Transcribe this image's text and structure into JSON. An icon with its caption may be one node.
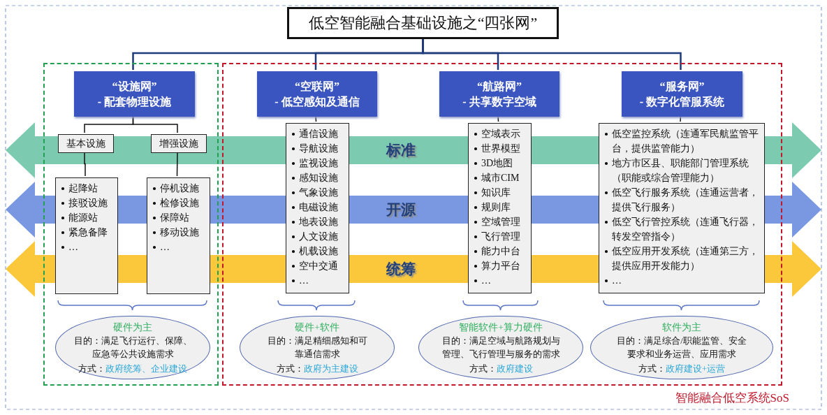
{
  "diagram": {
    "nodes": [
      {
        "text": [
          "低空智能融合基础设施之“四张网”"
        ]
      },
      {
        "text": [],
        "shape": "box"
      },
      {
        "text": [
          "“设施网”",
          "- 配套物理设施"
        ],
        "in": 1
      },
      {
        "text": [
          "基本设施"
        ],
        "in": 1
      },
      {
        "text": [
          "增强设施"
        ],
        "in": 1
      },
      {
        "text": [
          "起降站",
          "接驳设施",
          "能源站",
          "紧急备降",
          "…"
        ],
        "in": 1
      },
      {
        "text": [
          "停机设施",
          "检修设施",
          "保障站",
          "移动设施",
          "…"
        ],
        "in": 1
      },
      {
        "text": [
          "硬件为主",
          "目的：满足飞行运行、保障、应急等公共设施需求",
          "方式：",
          "政府统筹、企业建设"
        ],
        "in": 1
      },
      {
        "text": [
          "智能融合低空系统SoS"
        ]
      },
      {
        "text": [
          "“空联网”",
          "- 低空感知及通信"
        ],
        "in": 8
      },
      {
        "text": [
          "通信设施",
          "导航设施",
          "监视设施",
          "感知设施",
          "气象设施",
          "电磁设施",
          "地表设施",
          "人文设施",
          "机载设施",
          "空中交通",
          "…"
        ],
        "in": 8
      },
      {
        "text": [
          "硬件+软件",
          "目的：满足精细感知和可靠通信需求",
          "方式：",
          "政府为主建设"
        ],
        "in": 8
      },
      {
        "text": [
          "“航路网”",
          "- 共享数字空域"
        ],
        "in": 8
      },
      {
        "text": [
          "空域表示",
          "世界模型",
          "3D地图",
          "城市CIM",
          "知识库",
          "规则库",
          "空域管理",
          "飞行管理",
          "能力中台",
          "算力平台",
          "…"
        ],
        "in": 8
      },
      {
        "text": [
          "智能软件+算力硬件",
          "目的：满足空域与航路规划与管理、飞行管理与服务的需求",
          "方式：",
          "政府建设"
        ],
        "in": 8
      },
      {
        "text": [
          "“服务网”",
          "- 数字化管服系统"
        ],
        "in": 8
      },
      {
        "text": [
          "低空监控系统（连通军民航监管平台，提供监管能力）",
          "地方市区县、职能部门管理系统（职能或综合管理能力）",
          "低空飞行服务系统（连通运营者，提供飞行服务）",
          "低空飞行管控系统（连通飞行器，转发空管指令）",
          "低空应用开发系统（连通第三方，提供应用开发能力）",
          "…"
        ],
        "in": 8
      },
      {
        "text": [
          "软件为主",
          "目的：满足综合/职能监管、安全要求和业务运营、应用需求",
          "方式：",
          "政府建设+运营"
        ],
        "in": 8
      }
    ],
    "labels": [
      "标准",
      "开源",
      "统筹"
    ],
    "edges": [
      {
        "from": 0,
        "to": 2,
        "arrow": "none",
        "color": "#1f3a7a"
      },
      {
        "from": 0,
        "to": 9,
        "arrow": "none",
        "color": "#1f3a7a"
      },
      {
        "from": 0,
        "to": 12,
        "arrow": "none",
        "color": "#1f3a7a"
      },
      {
        "from": 0,
        "to": 15,
        "arrow": "none",
        "color": "#1f3a7a"
      },
      {
        "from": 2,
        "to": 3,
        "arrow": "none"
      },
      {
        "from": 2,
        "to": 4,
        "arrow": "none"
      },
      {
        "from": 3,
        "to": 5,
        "arrow": "none"
      },
      {
        "from": 4,
        "to": 6,
        "arrow": "none"
      },
      {
        "from": 9,
        "to": 10,
        "arrow": "none"
      },
      {
        "from": 12,
        "to": 13,
        "arrow": "none"
      },
      {
        "from": 15,
        "to": 16,
        "arrow": "none"
      }
    ]
  }
}
